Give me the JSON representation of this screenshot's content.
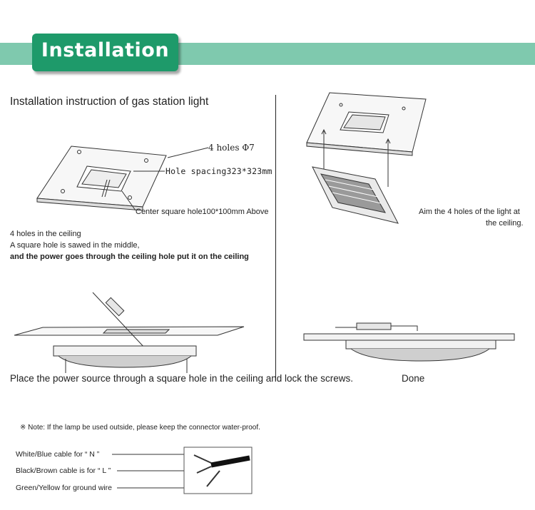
{
  "header": {
    "title": "Installation"
  },
  "instructions": {
    "heading": "Installation instruction of gas station light",
    "label_holes": "4 holes Φ7",
    "label_spacing": "Hole spacing323*323mm",
    "label_center": "Center square hole100*100mm Above",
    "aim_line1": "Aim the 4 holes of the light at",
    "aim_line2": "the ceiling.",
    "ceiling_line1": "4 holes in the ceiling",
    "ceiling_line2": "A square hole is sawed in the middle,",
    "ceiling_line3": "and the power goes through the ceiling hole put it on the ceiling",
    "place_caption": "Place the power source through a square hole in the ceiling and lock the screws.",
    "done_caption": "Done"
  },
  "note": "※  Note: If the lamp be used outside, please keep the connector water-proof.",
  "wiring": {
    "n": "White/Blue cable for “ N ”",
    "l": "Black/Brown cable is for “ L ”",
    "ground": "Green/Yellow for ground wire"
  },
  "colors": {
    "band": "#7fc9ae",
    "badge": "#1e9a6a",
    "text": "#222222"
  }
}
